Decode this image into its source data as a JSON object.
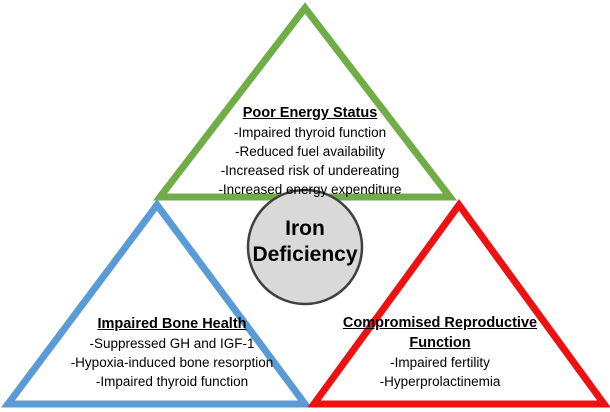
{
  "center": {
    "line1": "Iron",
    "line2": "Deficiency"
  },
  "energy": {
    "title": "Poor Energy Status",
    "items": [
      "-Impaired thyroid function",
      "-Reduced fuel availability",
      "-Increased risk of undereating",
      "-Increased energy expenditure"
    ]
  },
  "bone": {
    "title": "Impaired Bone Health",
    "items": [
      "-Suppressed GH and IGF-1",
      "-Hypoxia-induced bone resorption",
      "-Impaired thyroid function"
    ]
  },
  "repro": {
    "title_line1": "Compromised Reproductive",
    "title_line2": "Function",
    "items": [
      "-Impaired fertility",
      "-Hyperprolactinemia"
    ]
  },
  "colors": {
    "energy": "#70ad47",
    "bone": "#5b9bd5",
    "repro": "#ee1111",
    "circle_fill": "#d9d9d9",
    "circle_stroke": "#404040"
  }
}
